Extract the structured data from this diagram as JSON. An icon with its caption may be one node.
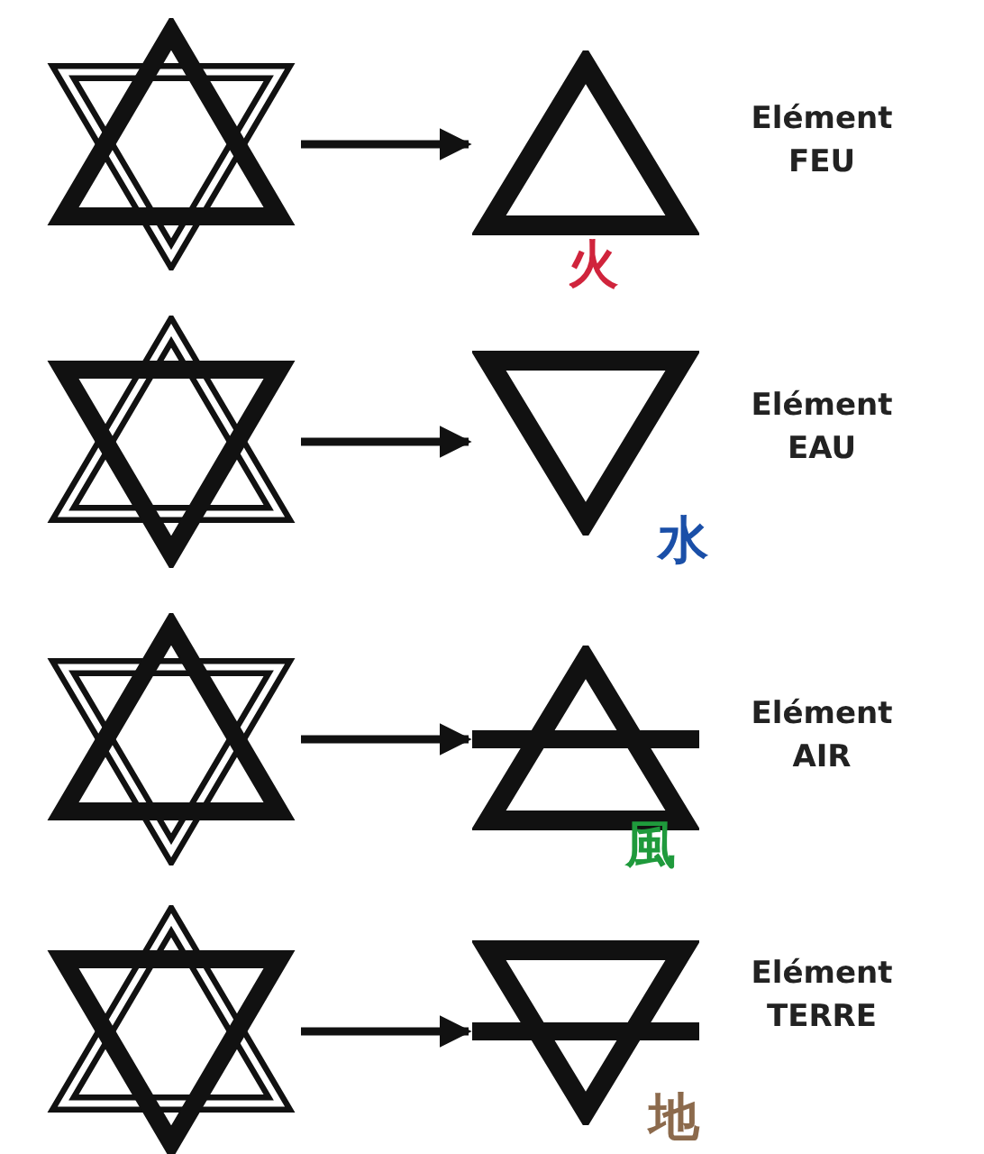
{
  "diagram": {
    "nodes": [
      {
        "text": [],
        "shape": "star"
      },
      {
        "text": [],
        "shape": "triangle",
        "beside": [
          "Elément FEU",
          "火"
        ]
      },
      {
        "text": [],
        "shape": "star"
      },
      {
        "text": [],
        "shape": "triangle",
        "beside": [
          "Elément EAU",
          "水"
        ]
      },
      {
        "text": [],
        "shape": "star"
      },
      {
        "text": [],
        "shape": "triangle",
        "beside": [
          "Elément AIR",
          "風"
        ]
      },
      {
        "text": [],
        "shape": "star"
      },
      {
        "text": [],
        "shape": "triangle",
        "beside": [
          "Elément TERRE",
          "地"
        ]
      }
    ],
    "edges": [
      {
        "from": 0,
        "to": 1,
        "arrow": "to"
      },
      {
        "from": 2,
        "to": 3,
        "arrow": "to"
      },
      {
        "from": 4,
        "to": 5,
        "arrow": "to"
      },
      {
        "from": 6,
        "to": 7,
        "arrow": "to"
      }
    ]
  }
}
